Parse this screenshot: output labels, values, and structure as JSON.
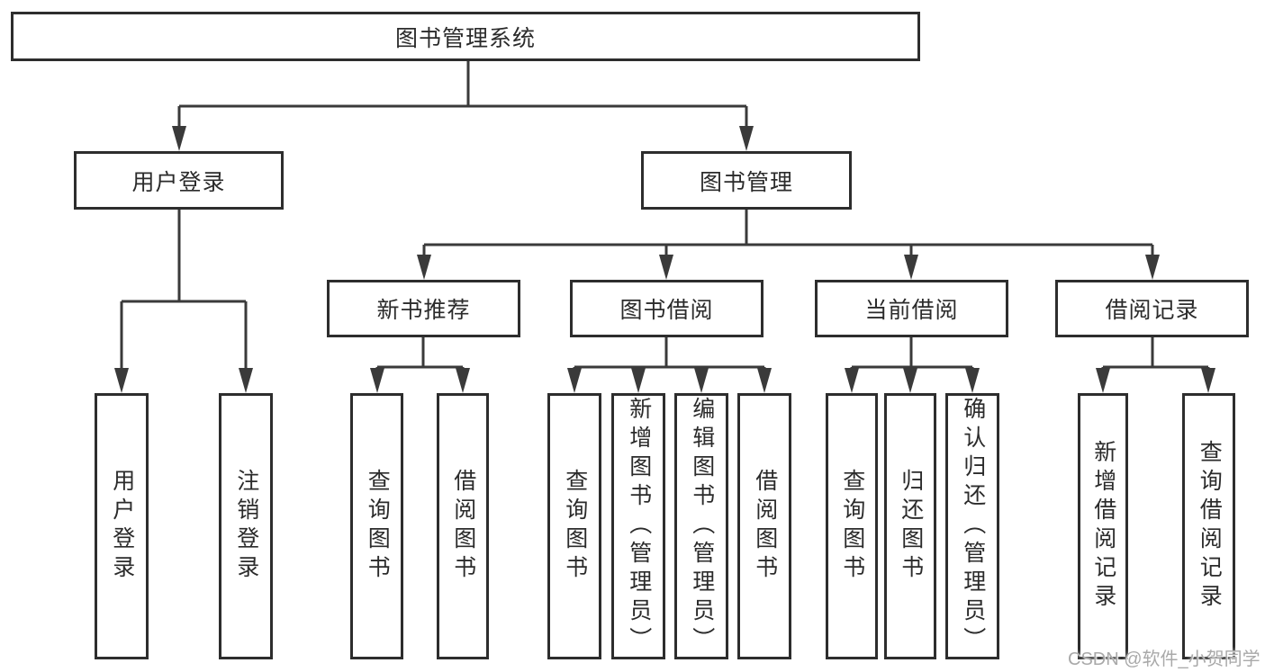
{
  "colors": {
    "line": "#3a3a3a",
    "border": "#2d2d2d",
    "text": "#2b2b2b",
    "background": "#ffffff",
    "watermark": "#a9a9a9"
  },
  "nodes": [
    {
      "label": "图书管理系统"
    },
    {
      "label": "用户登录"
    },
    {
      "label": "图书管理"
    },
    {
      "label": "新书推荐"
    },
    {
      "label": "图书借阅"
    },
    {
      "label": "当前借阅"
    },
    {
      "label": "借阅记录"
    },
    {
      "label": "用户登录"
    },
    {
      "label": "注销登录"
    },
    {
      "label": "查询图书"
    },
    {
      "label": "借阅图书"
    },
    {
      "label": "查询图书"
    },
    {
      "label": "新增图书（管理员）"
    },
    {
      "label": "编辑图书（管理员）"
    },
    {
      "label": "借阅图书"
    },
    {
      "label": "查询图书"
    },
    {
      "label": "归还图书"
    },
    {
      "label": "确认归还（管理员）"
    },
    {
      "label": "新增借阅记录"
    },
    {
      "label": "查询借阅记录"
    }
  ],
  "watermark": {
    "text": "CSDN @软件_小贺同学"
  }
}
